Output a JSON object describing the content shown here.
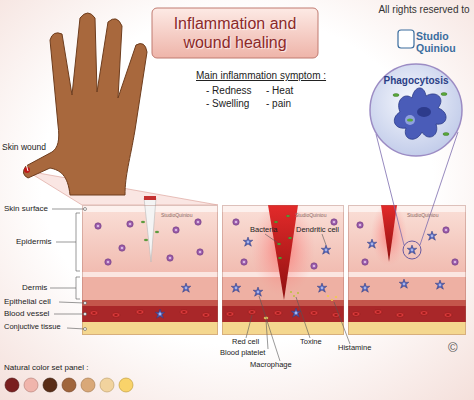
{
  "diagram": {
    "title": "Inflammation and wound healing",
    "nodes": [
      {
        "text": [
          "Phagocytosis"
        ]
      },
      {
        "text": [
          "StudioQuiniou"
        ]
      },
      {
        "text": [
          "StudioQuiniou"
        ]
      },
      {
        "text": [
          "StudioQuiniou"
        ]
      }
    ],
    "labels": [
      "All rights reserved to",
      "Studio Quiniou",
      "Skin wound",
      "Main inflammation symptom :",
      "- Redness",
      "- Heat",
      "- Swelling",
      "- pain",
      "Skin surface",
      "Epidermis",
      "Bacteria",
      "Dendritic cell",
      "Dermis",
      "Epithelial cell",
      "Blood vessel",
      "Conjuctive tissue",
      "Red cell",
      "Toxine",
      "Histamine",
      "Blood platelet",
      "Macrophage",
      "Natural color set panel :",
      "©"
    ]
  }
}
